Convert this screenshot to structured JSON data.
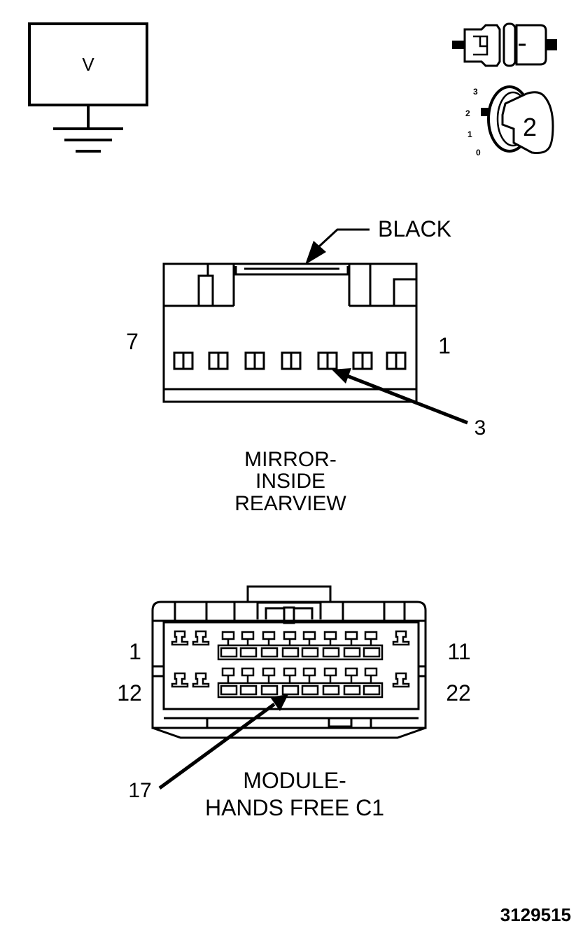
{
  "voltmeter": {
    "symbol": "V"
  },
  "ignition": {
    "positions": [
      "3",
      "2",
      "1",
      "0"
    ],
    "key_number": "2"
  },
  "mirror_connector": {
    "color_label": "BLACK",
    "pin_left": "7",
    "pin_right": "1",
    "pin_callout": "3",
    "title": [
      "MIRROR-",
      "INSIDE",
      "REARVIEW"
    ]
  },
  "module_connector": {
    "pin_top_left": "1",
    "pin_top_right": "11",
    "pin_bottom_left": "12",
    "pin_bottom_right": "22",
    "pin_callout": "17",
    "title": [
      "MODULE-",
      "HANDS FREE C1"
    ]
  },
  "figure_number": "3129515"
}
